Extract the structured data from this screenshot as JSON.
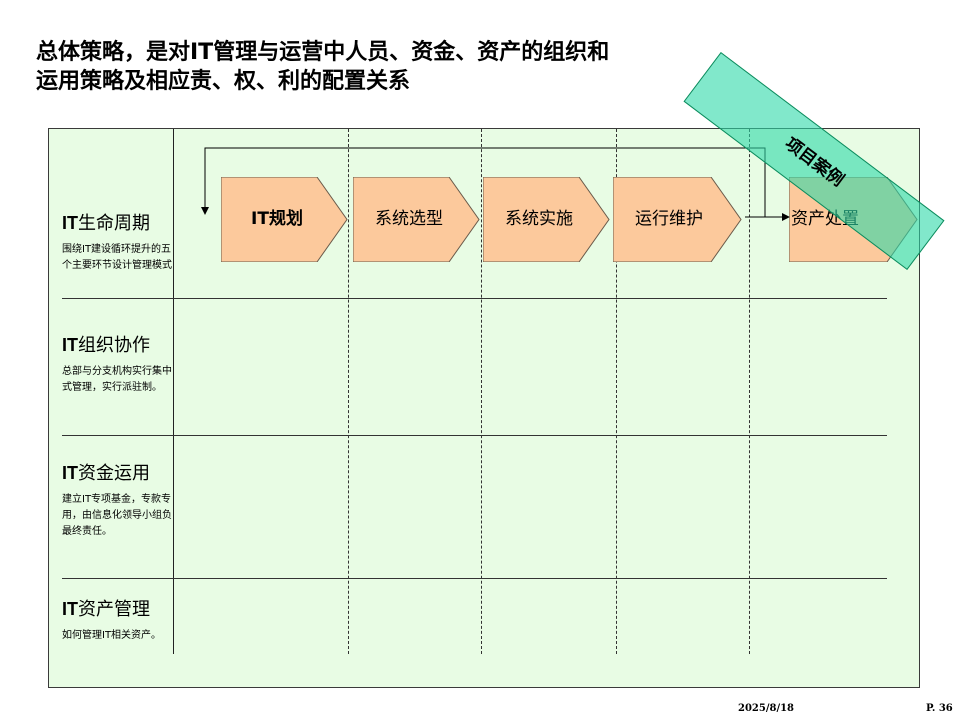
{
  "title": {
    "line1": "总体策略，是对IT管理与运营中人员、资金、资产的组织和",
    "line2": "运用策略及相应责、权、利的配置关系"
  },
  "rows": [
    {
      "title_prefix": "IT",
      "title_rest": "生命周期",
      "desc": "围绕IT建设循环提升的五个主要环节设计管理模式"
    },
    {
      "title_prefix": "IT",
      "title_rest": "组织协作",
      "desc": "总部与分支机构实行集中式管理，实行派驻制。"
    },
    {
      "title_prefix": "IT",
      "title_rest": "资金运用",
      "desc": "建立IT专项基金，专款专用，由信息化领导小组负最终责任。"
    },
    {
      "title_prefix": "IT",
      "title_rest": "资产管理",
      "desc": "如何管理IT相关资产。"
    }
  ],
  "stages": [
    "IT规划",
    "系统选型",
    "系统实施",
    "运行维护",
    "资产处置"
  ],
  "banner": "项目案例",
  "colors": {
    "board_bg": "#e8fce4",
    "chevron_fill": "#fcc99c",
    "banner_fill": "#2dd8a8"
  },
  "footer": {
    "date": "2025/8/18",
    "page": "P. 36"
  }
}
